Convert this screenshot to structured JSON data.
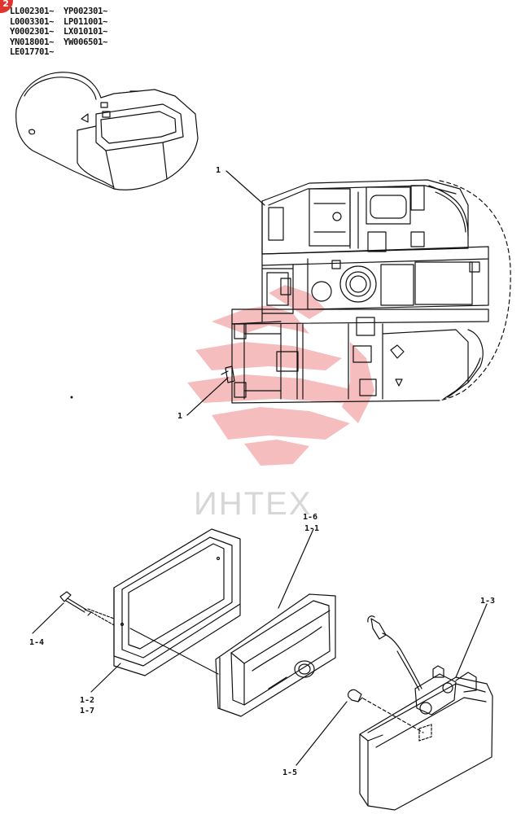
{
  "page_badge": "2",
  "serial_ranges": [
    "LL002301~",
    "YP002301~",
    "L0003301~",
    "LP011001~",
    "Y0002301~",
    "LX010101~",
    "YN018001~",
    "YW006501~",
    "LE017701~"
  ],
  "callouts": {
    "frame_top": "1",
    "frame_bottom": "1",
    "bolt": "1-4",
    "bezel_a": "1-2",
    "bezel_b": "1-7",
    "lens_a": "1-6",
    "lens_b": "1-1",
    "lamp": "1-3",
    "bulb": "1-5"
  },
  "watermark": "ИНТЕХ",
  "colors": {
    "line": "#111111",
    "watermark_red": "#e33b3b",
    "watermark_gray": "#d7d7d7",
    "badge": "#e0352f"
  }
}
